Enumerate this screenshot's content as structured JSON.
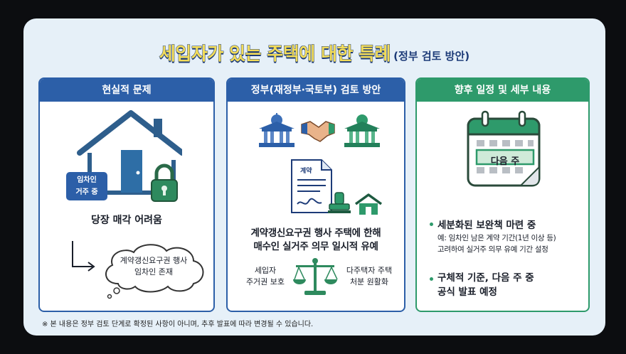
{
  "title": {
    "main": "세입자가 있는 주택에 대한 특례",
    "sub": "(정부 검토 방안)"
  },
  "panels": [
    {
      "header": "현실적 문제",
      "badge": [
        "임차인",
        "거주 중"
      ],
      "caption": "당장 매각 어려움",
      "thought": [
        "계약갱신요구권 행사",
        "임차인 존재"
      ]
    },
    {
      "header": "정부(재정부·국토부) 검토 방안",
      "doc_label": "계약",
      "main_text": [
        "계약갱신요구권 행사 주택에 한해",
        "매수인 실거주 의무 일시적 유예"
      ],
      "left_label": [
        "세입자",
        "주거권 보호"
      ],
      "right_label": [
        "다주택자 주택",
        "처분 원활화"
      ]
    },
    {
      "header": "향후 일정 및 세부 내용",
      "calendar_label": "다음 주",
      "bullets": [
        {
          "text": "세분화된 보완책 마련 중",
          "detail": [
            "예: 임차인 남은 계약 기간(1년 이상 등)",
            "고려하여 실거주 의무 유예 기간 설정"
          ]
        },
        {
          "text": "구체적 기준, 다음 주 중",
          "text2": "공식 발표 예정"
        }
      ]
    }
  ],
  "footnote": "※ 본 내용은 정부 검토 단계로 확정된 사항이 아니며, 추후 발표에 따라 변경될 수 있습니다.",
  "colors": {
    "navy": "#1d3b78",
    "blue": "#2c5fa8",
    "green": "#2e9a6b",
    "yellow": "#f2dc5a",
    "background": "#e6f0f8"
  },
  "icons": [
    "house-icon",
    "lock-icon",
    "thought-cloud-icon",
    "government-building-icon",
    "handshake-icon",
    "contract-icon",
    "stamp-icon",
    "small-house-icon",
    "scales-icon",
    "calendar-icon"
  ]
}
